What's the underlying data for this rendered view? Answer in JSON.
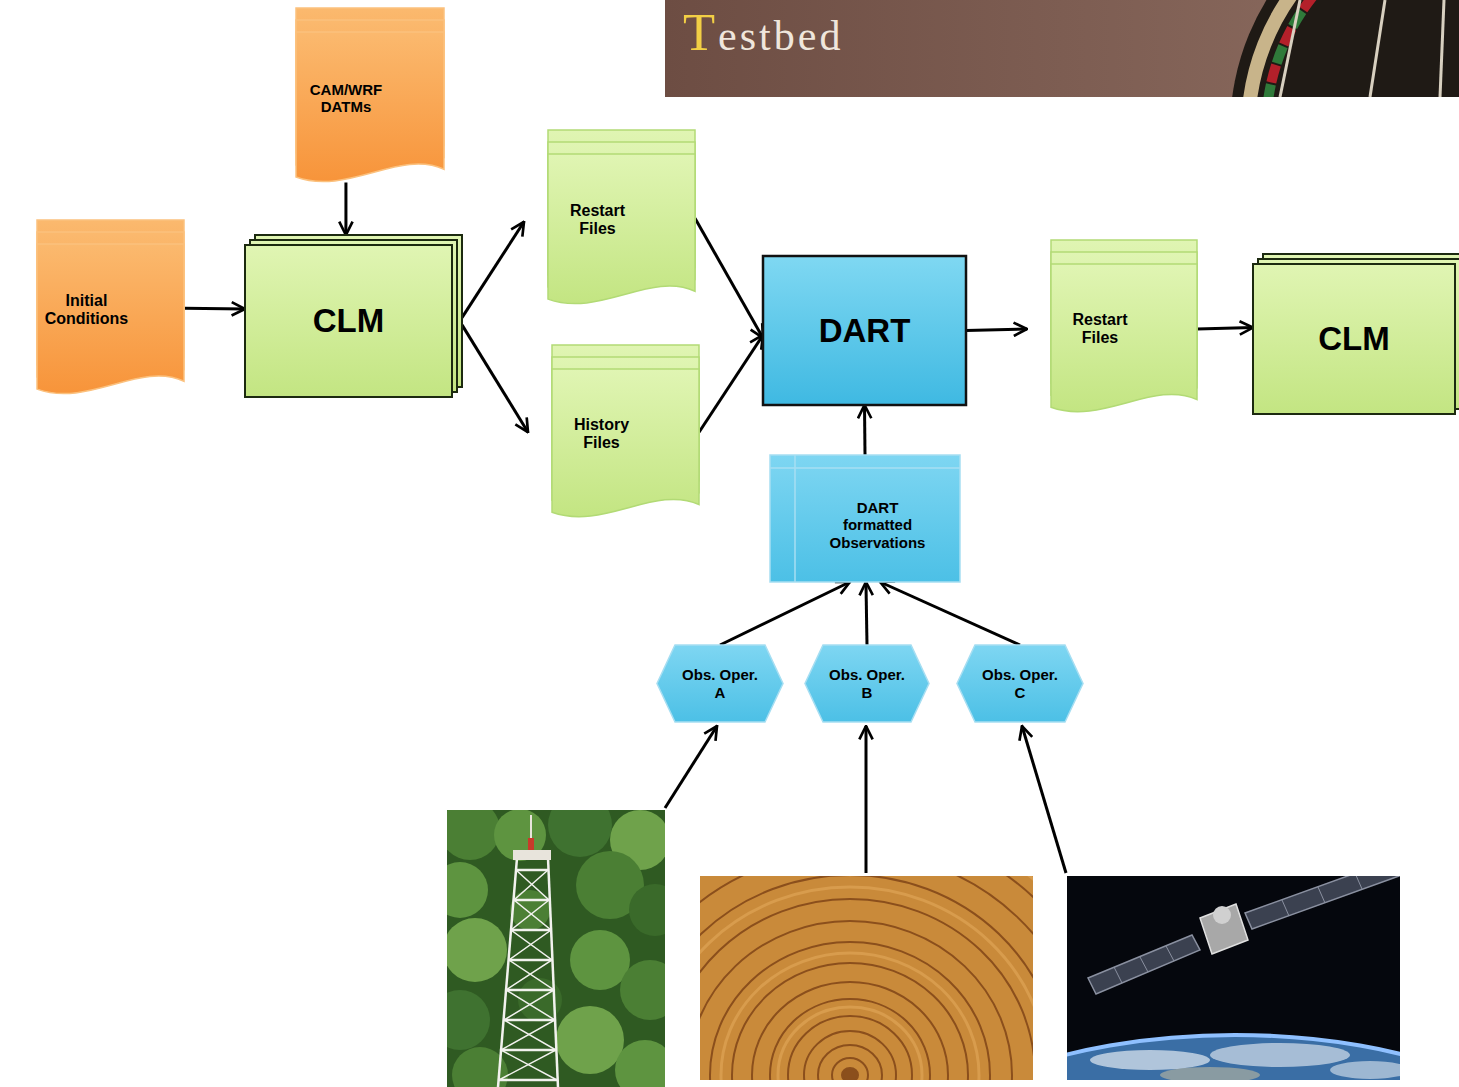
{
  "diagram": {
    "nodes": [
      {
        "text": [
          "Initial Conditions"
        ]
      },
      {
        "text": [
          "CAM/WRF DATMs"
        ]
      },
      {
        "text": [
          "CLM"
        ]
      },
      {
        "text": [
          "Restart Files"
        ]
      },
      {
        "text": [
          "History Files"
        ]
      },
      {
        "text": [
          "DART"
        ]
      },
      {
        "text": [
          "DART formatted Observations"
        ]
      },
      {
        "text": [
          "Restart Files"
        ]
      },
      {
        "text": [
          "CLM"
        ]
      },
      {
        "text": [
          "Obs. Oper. A"
        ]
      },
      {
        "text": [
          "Obs. Oper. B"
        ]
      },
      {
        "text": [
          "Obs. Oper. C"
        ]
      }
    ],
    "edges": [
      {
        "from": 0,
        "to": 2,
        "arrow": "to"
      },
      {
        "from": 1,
        "to": 2,
        "arrow": "to"
      },
      {
        "from": 2,
        "to": 3,
        "arrow": "to"
      },
      {
        "from": 2,
        "to": 4,
        "arrow": "to"
      },
      {
        "from": 3,
        "to": 5,
        "arrow": "to"
      },
      {
        "from": 4,
        "to": 5,
        "arrow": "to"
      },
      {
        "from": 6,
        "to": 5,
        "arrow": "to"
      },
      {
        "from": 5,
        "to": 7,
        "arrow": "to"
      },
      {
        "from": 7,
        "to": 8,
        "arrow": "to"
      },
      {
        "from": 9,
        "to": 6,
        "arrow": "to"
      },
      {
        "from": 10,
        "to": 6,
        "arrow": "to"
      },
      {
        "from": 11,
        "to": 6,
        "arrow": "to"
      }
    ],
    "labels": [
      "Testbed"
    ]
  }
}
